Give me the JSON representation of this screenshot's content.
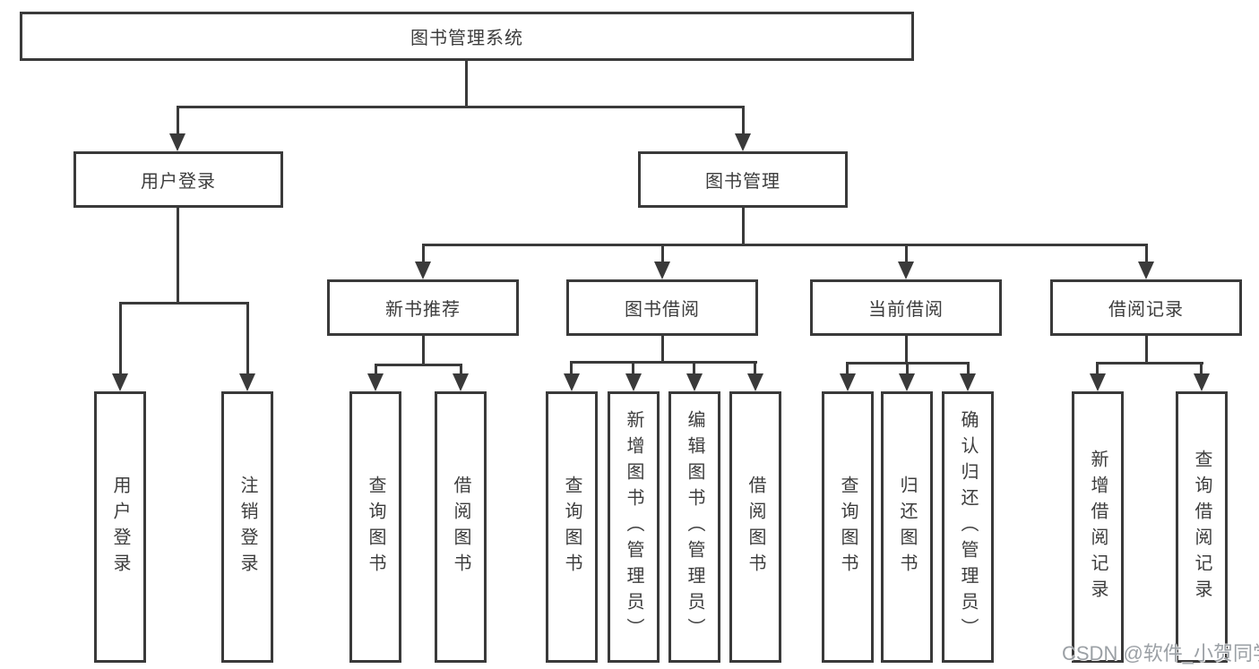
{
  "diagram": {
    "root": {
      "label": "图书管理系统"
    },
    "level2": [
      {
        "label": "用户登录"
      },
      {
        "label": "图书管理"
      }
    ],
    "level3": [
      {
        "label": "新书推荐",
        "parent": "图书管理"
      },
      {
        "label": "图书借阅",
        "parent": "图书管理"
      },
      {
        "label": "当前借阅",
        "parent": "图书管理"
      },
      {
        "label": "借阅记录",
        "parent": "图书管理"
      }
    ],
    "leaves": [
      {
        "label": "用户登录",
        "parent": "用户登录"
      },
      {
        "label": "注销登录",
        "parent": "用户登录"
      },
      {
        "label": "查询图书",
        "parent": "新书推荐"
      },
      {
        "label": "借阅图书",
        "parent": "新书推荐"
      },
      {
        "label": "查询图书",
        "parent": "图书借阅"
      },
      {
        "label": "新增图书（管理员）",
        "parent": "图书借阅"
      },
      {
        "label": "编辑图书（管理员）",
        "parent": "图书借阅"
      },
      {
        "label": "借阅图书",
        "parent": "图书借阅"
      },
      {
        "label": "查询图书",
        "parent": "当前借阅"
      },
      {
        "label": "归还图书",
        "parent": "当前借阅"
      },
      {
        "label": "确认归还（管理员）",
        "parent": "当前借阅"
      },
      {
        "label": "新增借阅记录",
        "parent": "借阅记录"
      },
      {
        "label": "查询借阅记录",
        "parent": "借阅记录"
      }
    ]
  },
  "watermark": {
    "text": "CSDN @软件_小贺同学"
  },
  "colors": {
    "line": "#3a3a3a",
    "text": "#3d3d3d",
    "watermark_text": "#969ba0"
  }
}
